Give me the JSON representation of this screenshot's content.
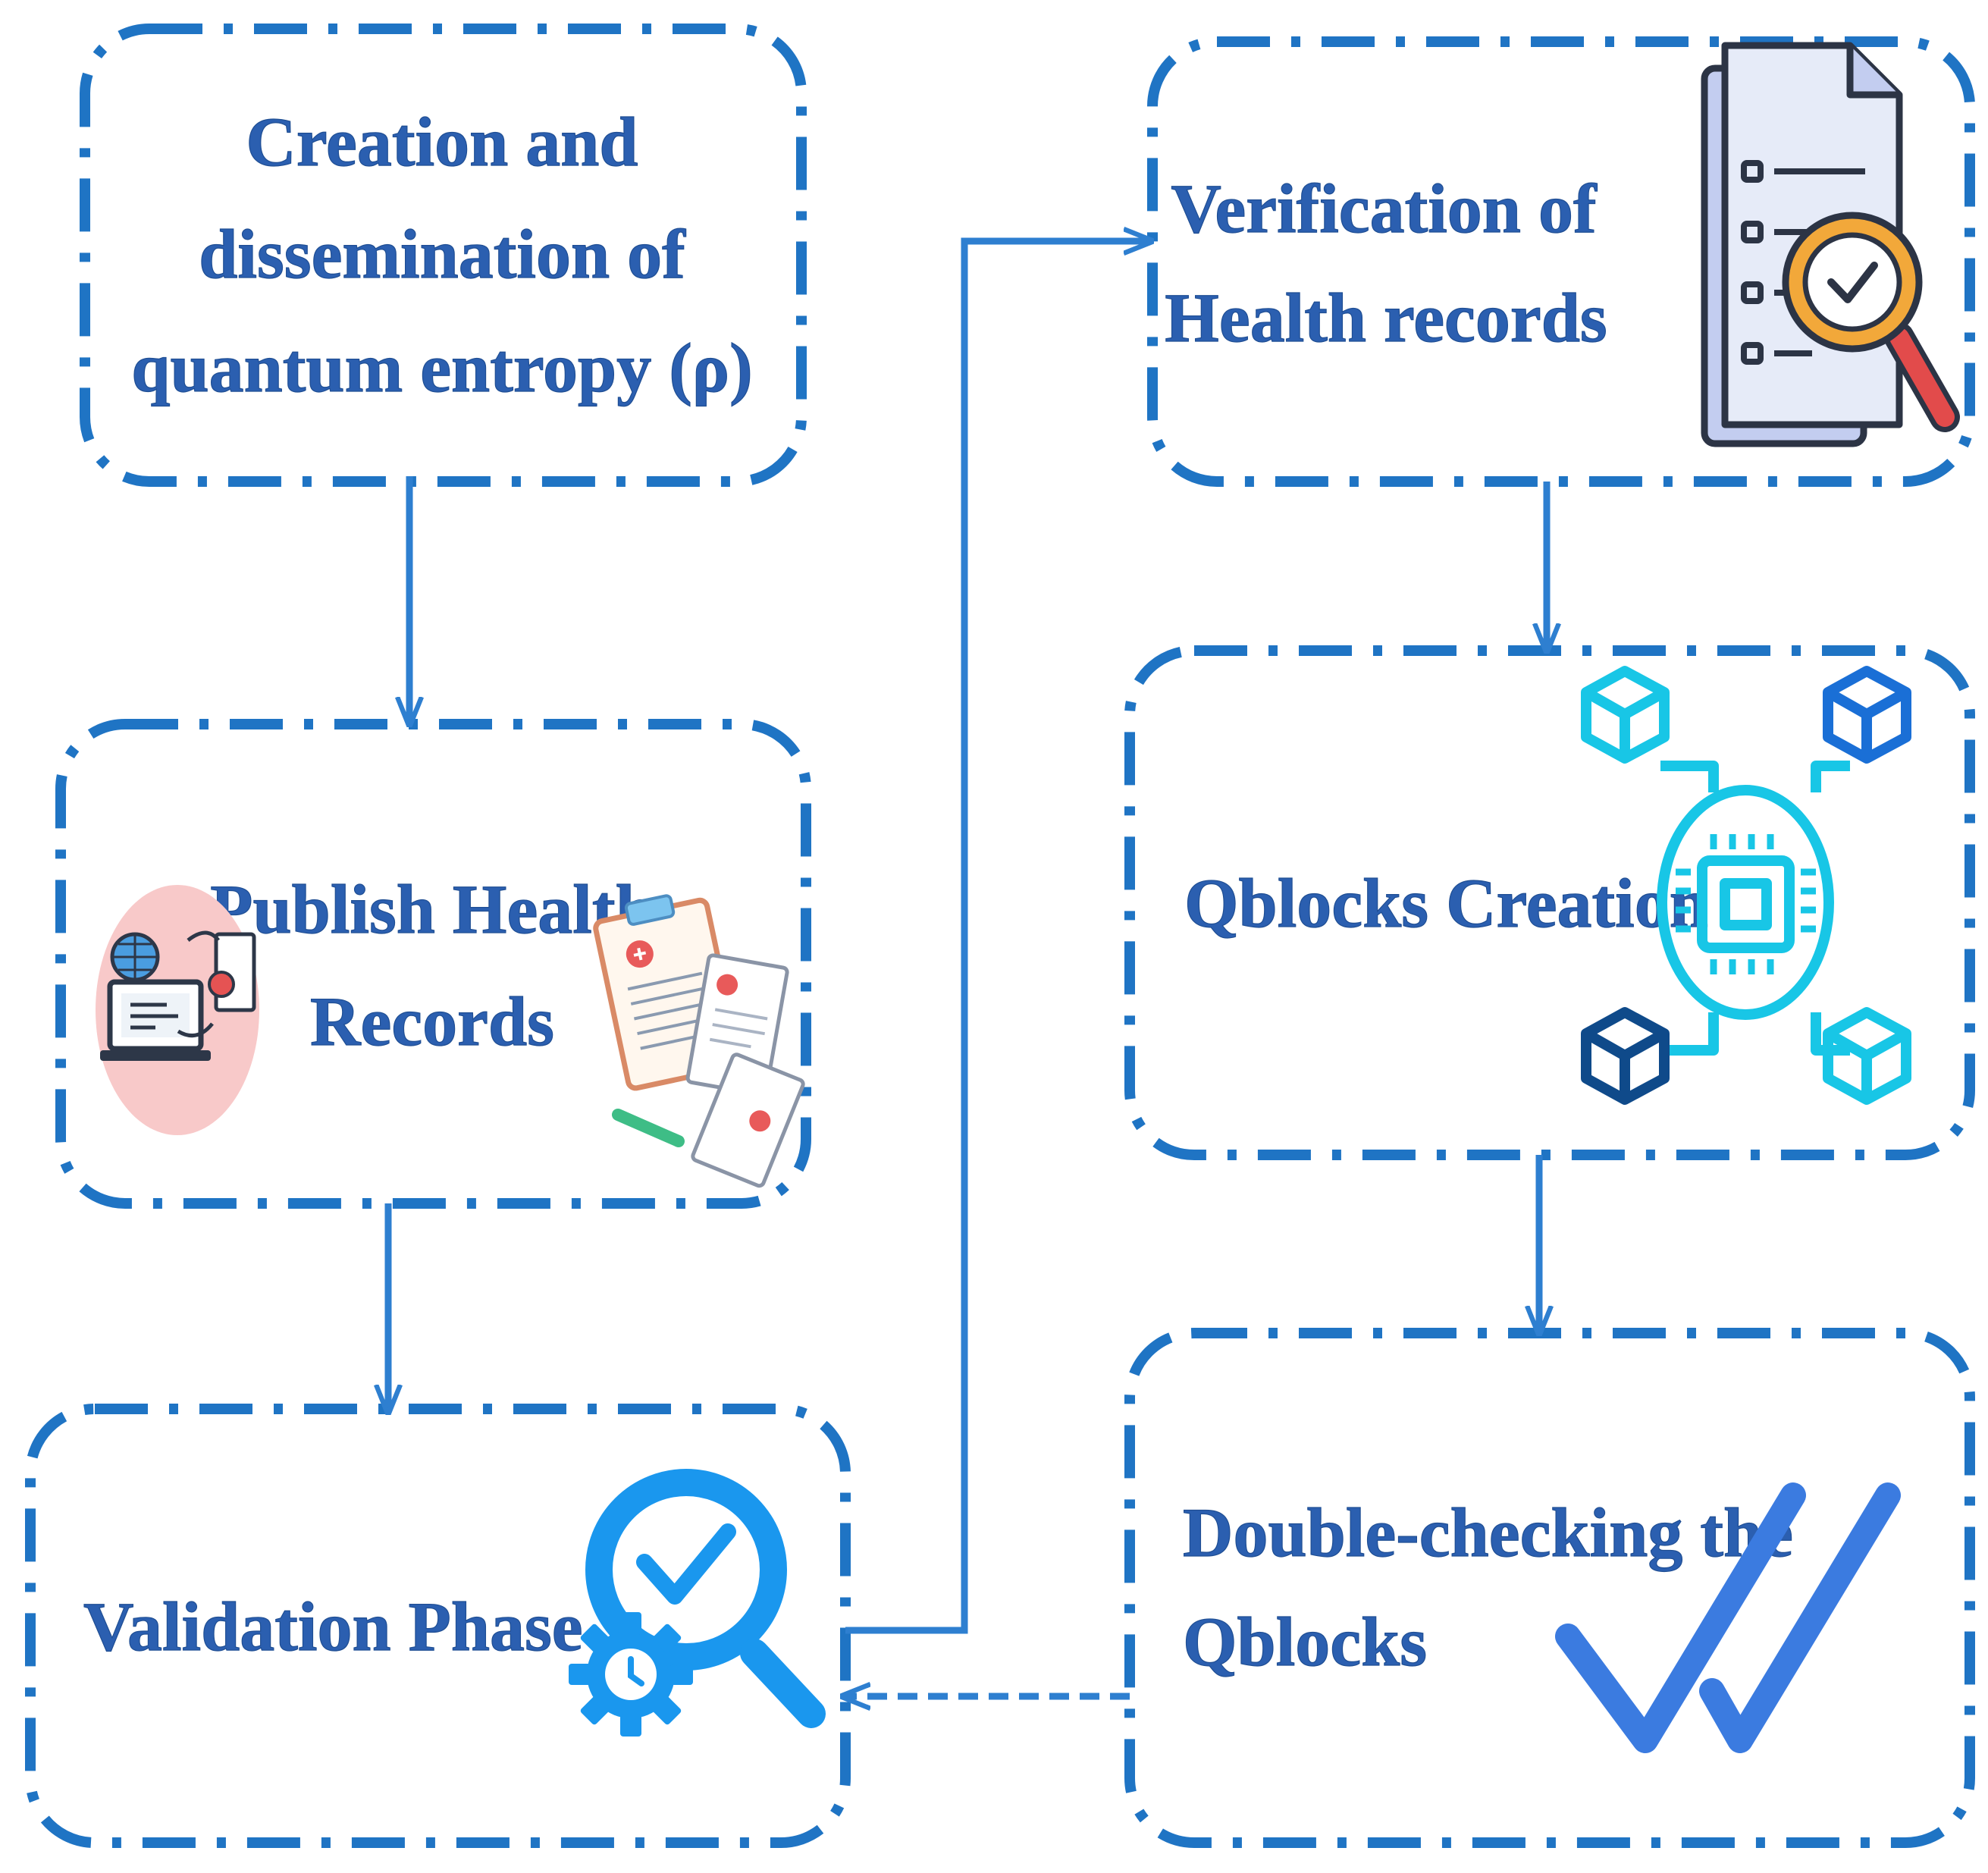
{
  "colors": {
    "box_border": "#1f74c4",
    "arrow": "#2e7fd0",
    "text": "#2b5fb0",
    "icon_blue": "#1a97ee",
    "icon_cyan": "#18c6e6",
    "icon_navy": "#0f4a8a",
    "check_blue": "#3b7be0"
  },
  "boxes": {
    "creation": {
      "lines": [
        "Creation and",
        "dissemination of",
        "quantum entropy (ρ)"
      ]
    },
    "publish": {
      "lines": [
        "Publish Health",
        "Records"
      ],
      "icons": [
        "computer-upload-icon",
        "medical-records-icon"
      ]
    },
    "validation": {
      "lines": [
        "Validation Phase"
      ],
      "icons": [
        "validation-gear-magnifier-icon"
      ]
    },
    "verification": {
      "lines": [
        "Verification of",
        "Health records"
      ],
      "icons": [
        "document-magnifier-icon"
      ]
    },
    "qblocks": {
      "lines": [
        "Qblocks Creation"
      ],
      "icons": [
        "blockchain-chip-icon"
      ]
    },
    "double_check": {
      "lines": [
        "Double-checking the",
        "Qblocks"
      ],
      "icons": [
        "double-check-icon"
      ]
    }
  },
  "connections": [
    {
      "from": "creation",
      "to": "publish",
      "style": "solid"
    },
    {
      "from": "publish",
      "to": "validation",
      "style": "solid"
    },
    {
      "from": "validation",
      "to": "verification",
      "style": "solid"
    },
    {
      "from": "verification",
      "to": "qblocks",
      "style": "solid"
    },
    {
      "from": "qblocks",
      "to": "double_check",
      "style": "solid"
    },
    {
      "from": "double_check",
      "to": "validation",
      "style": "dashed"
    }
  ]
}
